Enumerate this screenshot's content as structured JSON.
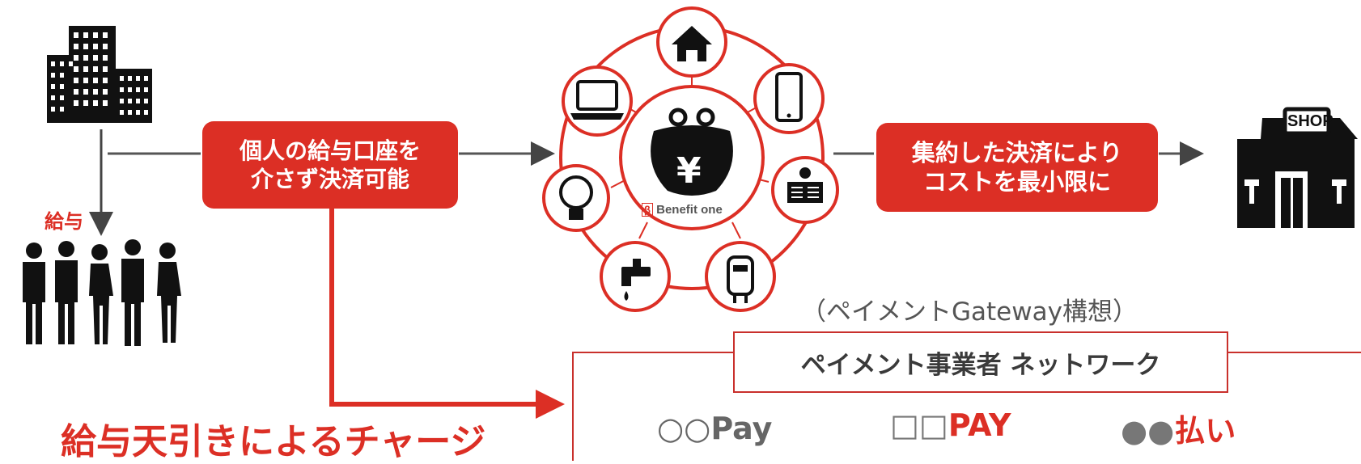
{
  "colors": {
    "accent": "#dc2f25",
    "dark": "#111111",
    "gray": "#444444",
    "muted": "#777777"
  },
  "icons": [
    "office-buildings-icon",
    "employees-silhouette-icon",
    "money-purse-icon",
    "house-icon",
    "smartphone-icon",
    "newspaper-reader-icon",
    "meter-icon",
    "faucet-icon",
    "lightbulb-icon",
    "laptop-icon",
    "shop-icon"
  ],
  "labels": {
    "salary": "給与",
    "box_left_line1": "個人の給与口座を",
    "box_left_line2": "介さず決済可能",
    "box_right_line1": "集約した決済により",
    "box_right_line2": "コストを最小限に",
    "brand_mark": "β",
    "brand": "Benefit one",
    "yen": "¥",
    "shop": "SHOP",
    "gateway": "（ペイメントGateway構想）",
    "network": "ペイメント事業者 ネットワーク",
    "bottom": "給与天引きによるチャージ"
  },
  "providers": [
    {
      "prefix": "○○",
      "name": "Pay"
    },
    {
      "prefix": "□□",
      "name": "PAY"
    },
    {
      "prefix": "●●",
      "name": "払い"
    }
  ]
}
